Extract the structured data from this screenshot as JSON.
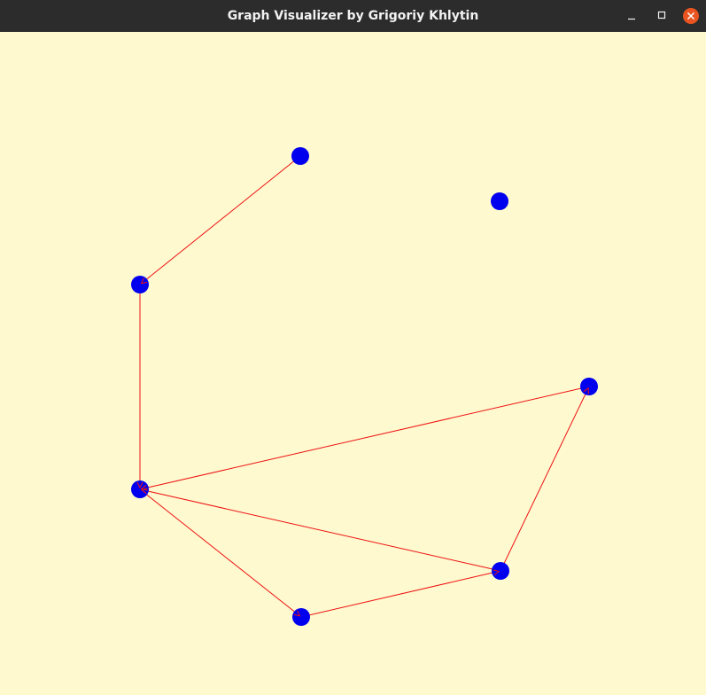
{
  "window": {
    "title": "Graph Visualizer by Grigoriy Khlytin"
  },
  "colors": {
    "titlebar": "#2c2c2c",
    "title_text": "#f2f2f2",
    "canvas_background": "#fef9cf",
    "node": "#0000ee",
    "edge": "#ee1111",
    "close_button": "#e95420"
  },
  "icons": {
    "minimize": "minimize-icon",
    "maximize": "maximize-icon",
    "close": "close-icon"
  },
  "graph": {
    "node_count": 7,
    "edges": [
      {
        "from": 0,
        "to": 1
      },
      {
        "from": 1,
        "to": 3
      },
      {
        "from": 4,
        "to": 3
      },
      {
        "from": 5,
        "to": 3
      },
      {
        "from": 3,
        "to": 6
      },
      {
        "from": 6,
        "to": 5
      },
      {
        "from": 5,
        "to": 4
      }
    ]
  }
}
